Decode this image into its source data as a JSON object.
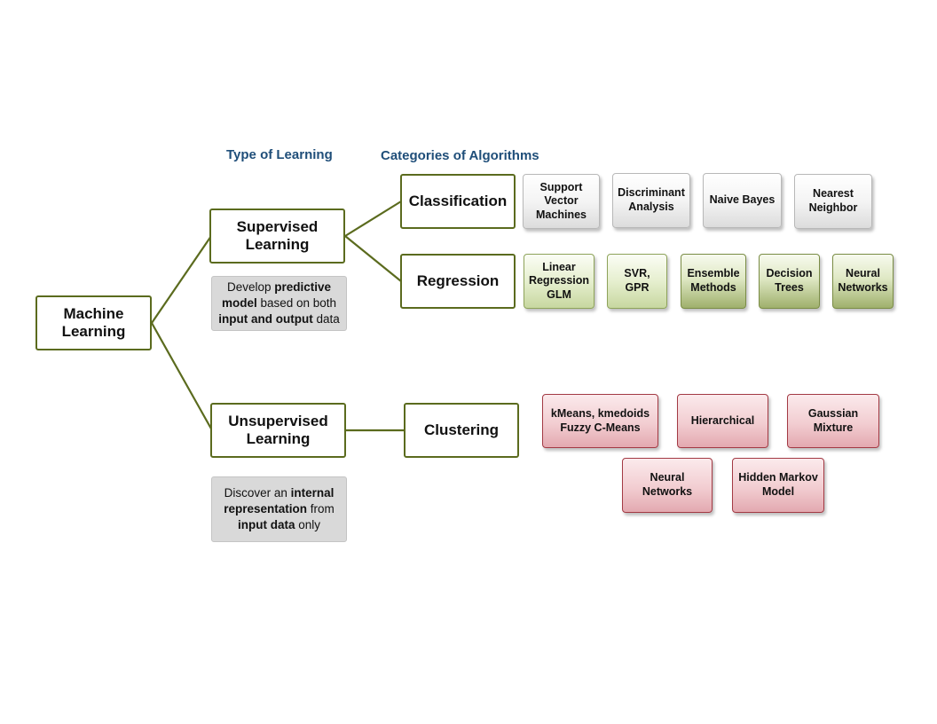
{
  "headings": {
    "type_of_learning": "Type of Learning",
    "categories_of_algorithms": "Categories of Algorithms"
  },
  "root": {
    "label": "Machine\nLearning"
  },
  "supervised": {
    "label": "Supervised\nLearning",
    "desc": {
      "pre": "Develop ",
      "b1": "predictive model",
      "mid": " based on both ",
      "b2": "input and output",
      "post": " data"
    }
  },
  "unsupervised": {
    "label": "Unsupervised\nLearning",
    "desc": {
      "pre": "Discover an ",
      "b1": "internal representation",
      "mid": " from ",
      "b2": "input data",
      "post": " only"
    }
  },
  "categories": {
    "classification": "Classification",
    "regression": "Regression",
    "clustering": "Clustering"
  },
  "classification_algorithms": [
    "Support\nVector\nMachines",
    "Discriminant\nAnalysis",
    "Naive Bayes",
    "Nearest\nNeighbor"
  ],
  "regression_algorithms": [
    "Linear\nRegression\nGLM",
    "SVR,\nGPR",
    "Ensemble\nMethods",
    "Decision\nTrees",
    "Neural\nNetworks"
  ],
  "clustering_algorithms": [
    "kMeans, kmedoids\nFuzzy C-Means",
    "Hierarchical",
    "Gaussian\nMixture",
    "Neural\nNetworks",
    "Hidden Markov\nModel"
  ],
  "colors": {
    "heading": "#1f4e79",
    "node_border": "#5b6b1e",
    "connector": "#5b6b1e",
    "description_bg": "#d9d9d9",
    "clustering_border": "#a33a44"
  }
}
